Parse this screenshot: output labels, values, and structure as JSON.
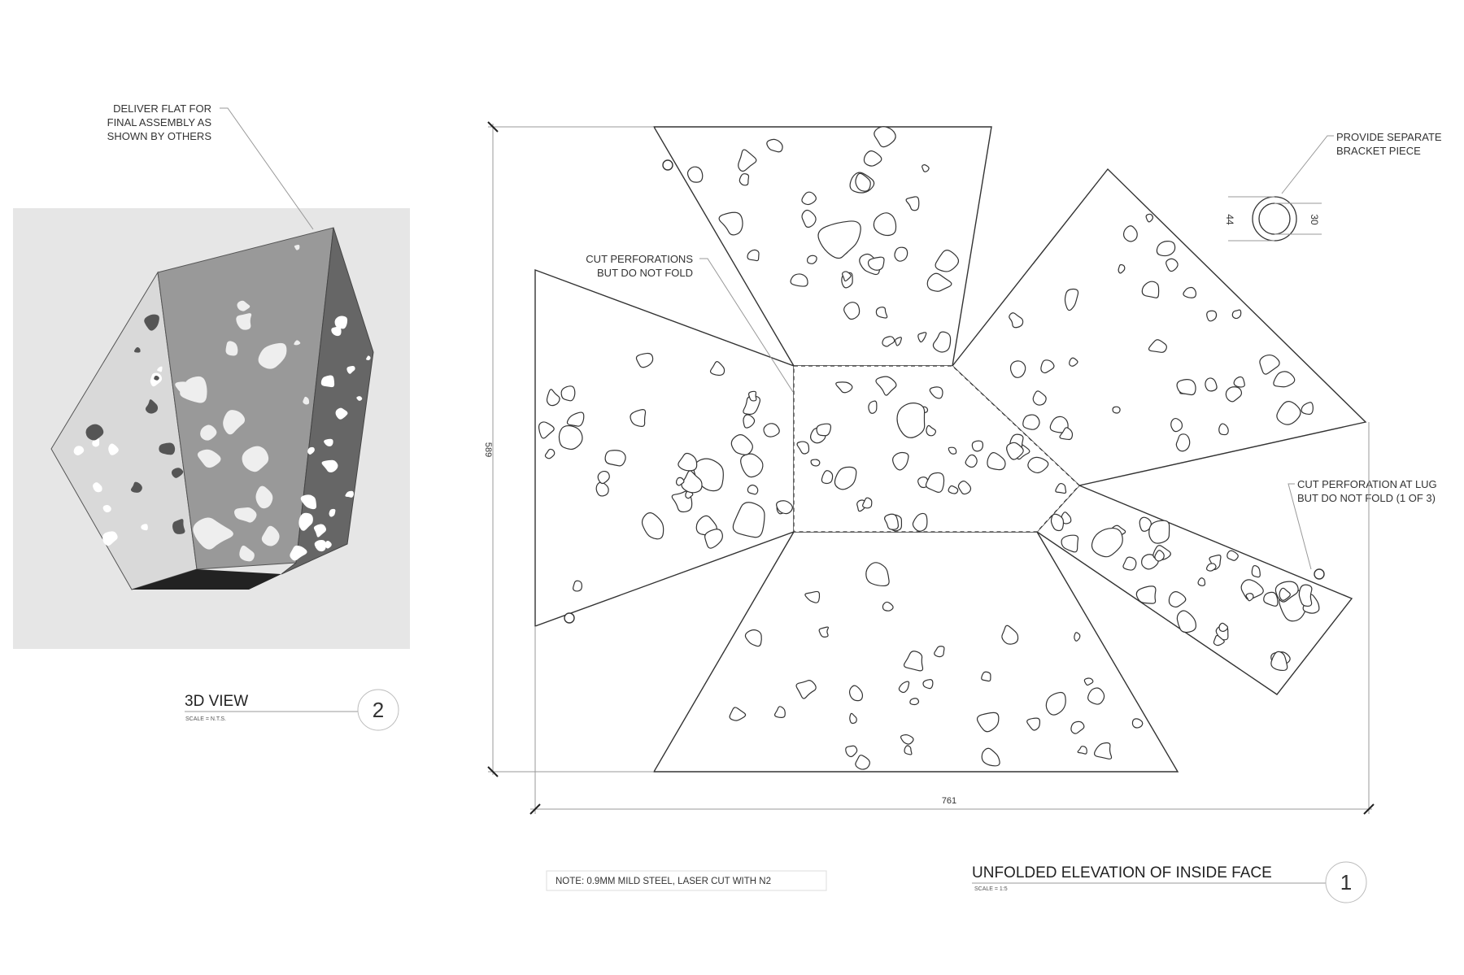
{
  "view_3d": {
    "callout": [
      "DELIVER FLAT FOR",
      "FINAL ASSEMBLY AS",
      "SHOWN BY OTHERS"
    ],
    "title": "3D VIEW",
    "scale": "SCALE = N.T.S.",
    "number": "2"
  },
  "elevation": {
    "callout_perforations": [
      "CUT PERFORATIONS",
      "BUT DO NOT FOLD"
    ],
    "callout_bracket": [
      "PROVIDE SEPARATE",
      "BRACKET PIECE"
    ],
    "callout_lug": [
      "CUT PERFORATION AT LUG",
      "BUT DO NOT FOLD (1 OF 3)"
    ],
    "bracket_outer_dim": "44",
    "bracket_inner_dim": "30",
    "height_dim": "589",
    "width_dim": "761",
    "note": "NOTE: 0.9MM MILD STEEL, LASER CUT WITH N2",
    "title": "UNFOLDED ELEVATION OF INSIDE FACE",
    "scale": "SCALE = 1:5",
    "number": "1"
  }
}
